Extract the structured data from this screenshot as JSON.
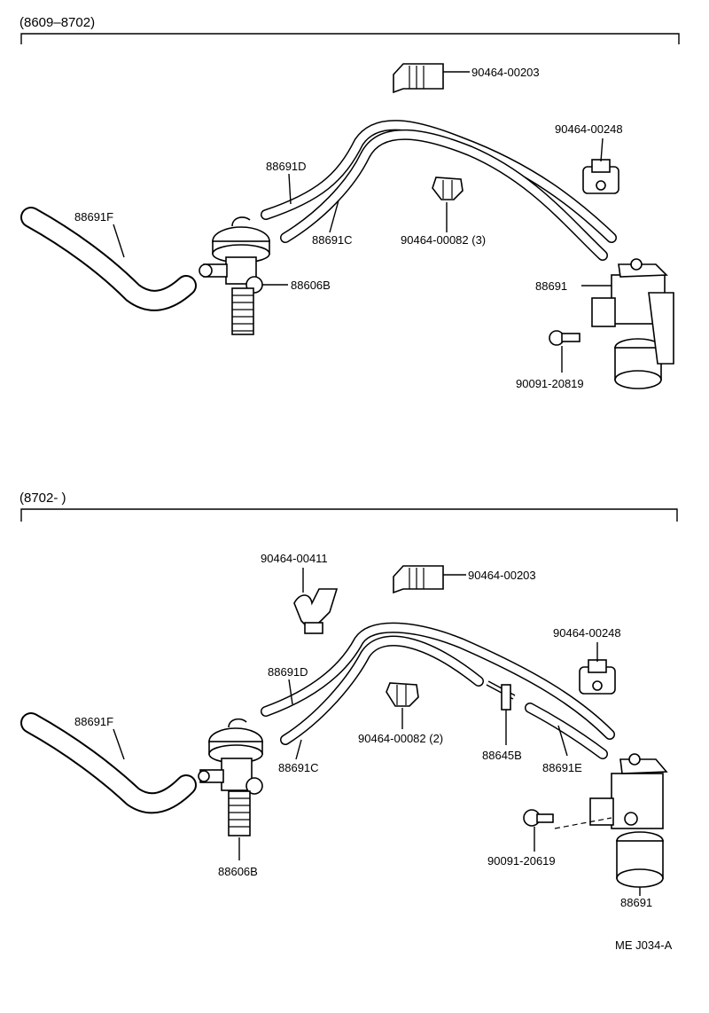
{
  "section1": {
    "range": "(8609–8702)",
    "labels": {
      "clip_top": "90464-00203",
      "clip_right": "90464-00248",
      "hose_d": "88691D",
      "hose_f": "88691F",
      "hose_c": "88691C",
      "clip_mid": "90464-00082 (3)",
      "valve": "88606B",
      "vsv": "88691",
      "bolt": "90091-20819"
    }
  },
  "section2": {
    "range": "(8702-         )",
    "labels": {
      "clip_left": "90464-00411",
      "clip_top": "90464-00203",
      "clip_right": "90464-00248",
      "hose_d": "88691D",
      "hose_f": "88691F",
      "clip_mid": "90464-00082 (2)",
      "tee": "88645B",
      "hose_e": "88691E",
      "hose_c": "88691C",
      "bolt": "90091-20619",
      "valve": "88606B",
      "vsv": "88691"
    }
  },
  "footer": {
    "code": "ME J034-A"
  }
}
